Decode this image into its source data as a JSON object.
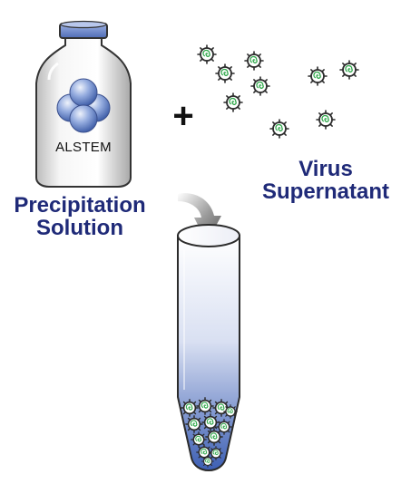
{
  "bottle": {
    "label": "ALSTEM"
  },
  "operator": "+",
  "reagent_label": {
    "line1": "Precipitation",
    "line2": "Solution"
  },
  "virus_label": {
    "line1": "Virus",
    "line2": "Supernatant"
  },
  "colors": {
    "label_text": "#1f2a78",
    "virus_core": "#2fa84a",
    "virus_shell": "#2b2b2b",
    "bead_blue": "#7d96d2",
    "tube_fill_bottom": "#3d5fb4"
  }
}
